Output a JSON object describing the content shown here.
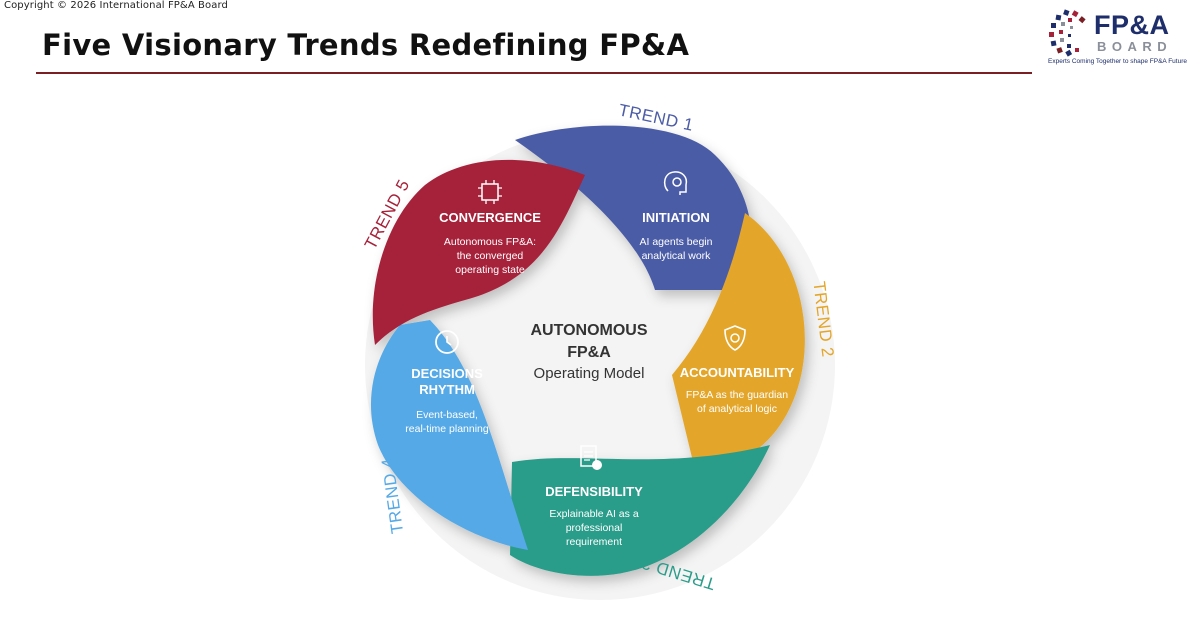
{
  "copyright": "Copyright © 2026 International FP&A Board",
  "title": "Five Visionary Trends Redefining FP&A",
  "logo": {
    "name": "FP&A",
    "board": "BOARD",
    "tagline": "Experts Coming Together to shape FP&A Future"
  },
  "center": {
    "line1": "AUTONOMOUS",
    "line2": "FP&A",
    "line3": "Operating Model"
  },
  "trends": [
    {
      "label": "TREND 1",
      "title": [
        "INITIATION"
      ],
      "body": [
        "AI agents begin",
        "analytical work"
      ],
      "color": "#4c5ca6",
      "icon": "brain-gear-icon"
    },
    {
      "label": "TREND 2",
      "title": [
        "ACCOUNTABILITY"
      ],
      "body": [
        "FP&A as the guardian",
        "of analytical logic"
      ],
      "color": "#e3a62a",
      "icon": "shield-check-icon"
    },
    {
      "label": "TREND 3",
      "title": [
        "DEFENSIBILITY"
      ],
      "body": [
        "Explainable AI as a",
        "professional",
        "requirement"
      ],
      "color": "#2b9c8a",
      "icon": "document-check-icon"
    },
    {
      "label": "TREND 4",
      "title": [
        "DECISIONS",
        "RHYTHM"
      ],
      "body": [
        "Event-based,",
        "real-time planning"
      ],
      "color": "#55a9e6",
      "icon": "stopwatch-icon"
    },
    {
      "label": "TREND 5",
      "title": [
        "CONVERGENCE"
      ],
      "body": [
        "Autonomous FP&A:",
        "the converged",
        "operating state"
      ],
      "color": "#a6223a",
      "icon": "ai-chip-icon"
    }
  ]
}
